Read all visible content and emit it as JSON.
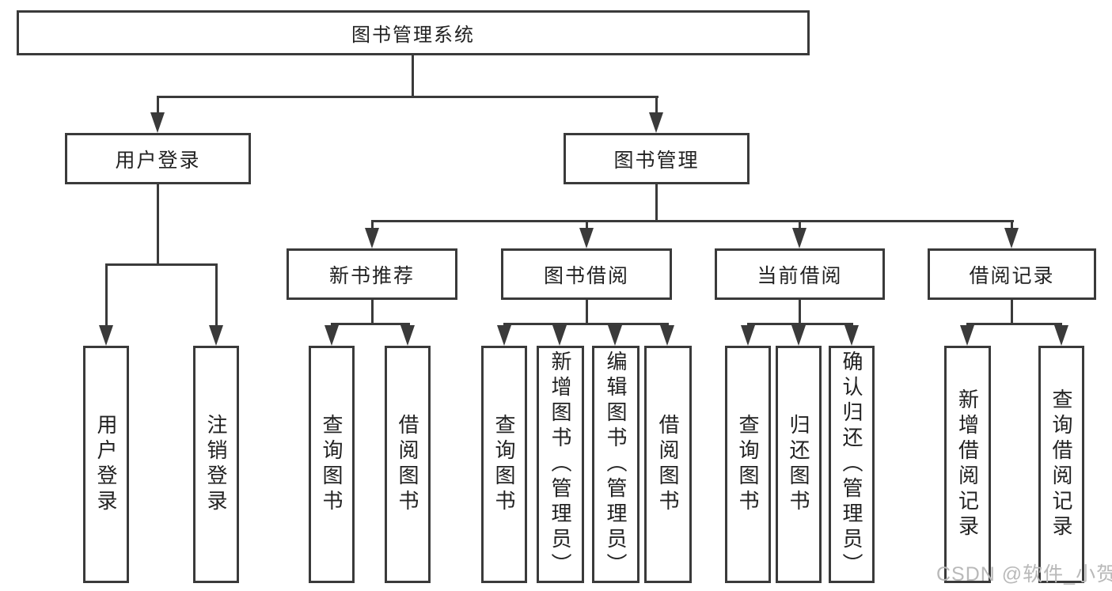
{
  "diagram": {
    "root": {
      "label": "图书管理系统"
    },
    "level2": [
      {
        "label": "用户登录"
      },
      {
        "label": "图书管理"
      }
    ],
    "level3": [
      {
        "label": "新书推荐"
      },
      {
        "label": "图书借阅"
      },
      {
        "label": "当前借阅"
      },
      {
        "label": "借阅记录"
      }
    ],
    "leaves": {
      "user": [
        "用户登录",
        "注销登录"
      ],
      "recommend": [
        "查询图书",
        "借阅图书"
      ],
      "borrow": [
        "查询图书",
        "新增图书（管理员）",
        "编辑图书（管理员）",
        "借阅图书"
      ],
      "current": [
        "查询图书",
        "归还图书",
        "确认归还（管理员）"
      ],
      "records": [
        "新增借阅记录",
        "查询借阅记录"
      ]
    }
  },
  "watermark": {
    "text": "CSDN @软件_小贺同学"
  },
  "colors": {
    "line": "#3a3a3a",
    "text": "#222222",
    "watermark": "#b9b9b9",
    "background": "#ffffff"
  }
}
